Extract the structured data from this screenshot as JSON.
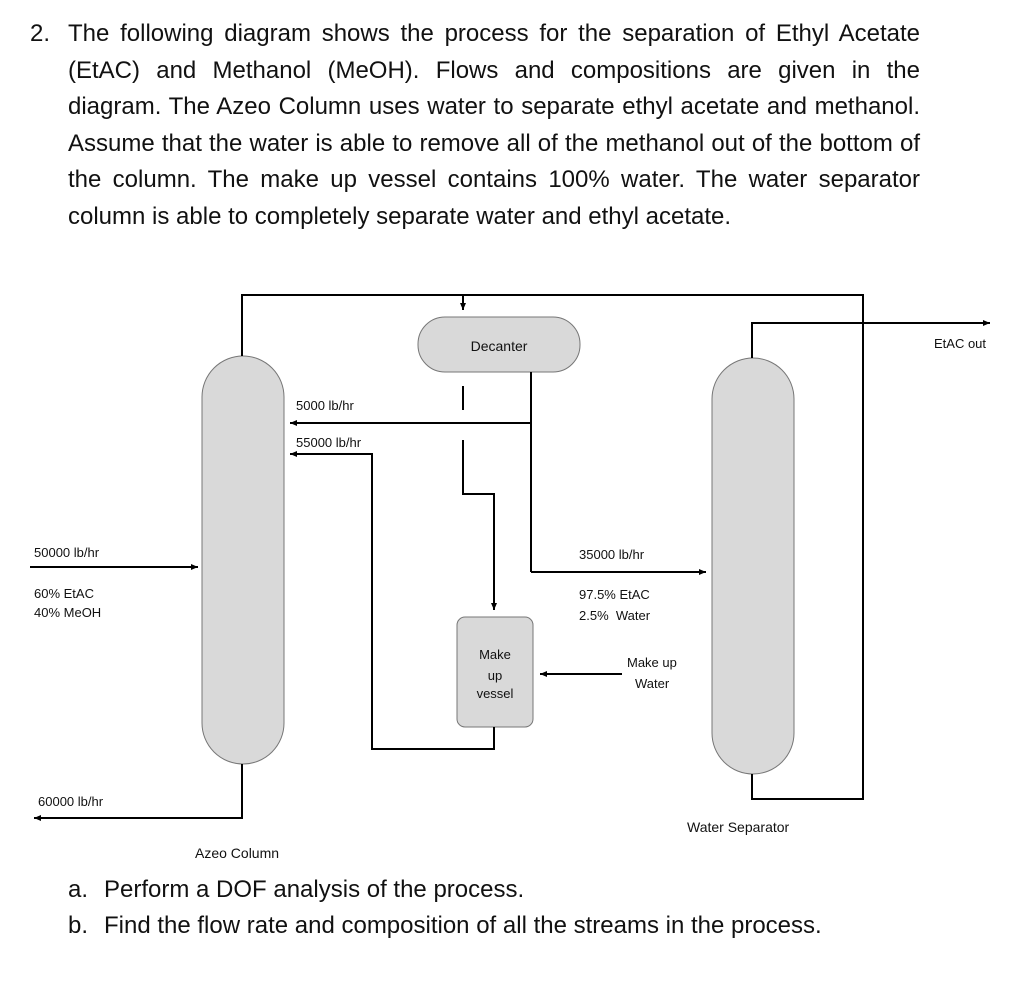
{
  "problem": {
    "number": "2.",
    "text": "The following diagram shows the process for the separation of Ethyl Acetate (EtAC) and Methanol (MeOH). Flows and compositions are given in the diagram. The Azeo Column uses water to separate ethyl acetate and methanol. Assume that the water is able to remove all of the methanol out of the bottom of the column. The make up vessel contains 100% water. The water separator column is able to completely separate water and ethyl acetate."
  },
  "diagram": {
    "units": {
      "decanter": "Decanter",
      "makeup_vessel_lines": [
        "Make",
        "up",
        "vessel"
      ],
      "azeo_column": "Azeo Column",
      "water_separator": "Water Separator"
    },
    "streams": {
      "feed_flow": "50000 lb/hr",
      "feed_comp1": "60% EtAC",
      "feed_comp2": "40% MeOH",
      "bottoms_flow": "60000 lb/hr",
      "reflux1_flow": "5000 lb/hr",
      "reflux2_flow": "55000 lb/hr",
      "decanter_out_flow": "35000 lb/hr",
      "decanter_out_comp1": "97.5% EtAC",
      "decanter_out_comp2": "2.5%  Water",
      "makeup_water_line1": "Make up",
      "makeup_water_line2": "Water",
      "etac_out": "EtAC out"
    },
    "colors": {
      "vessel_fill": "#d9d9d9",
      "line": "#000000"
    }
  },
  "questions": [
    {
      "label": "a.",
      "text": "Perform a DOF analysis of the process."
    },
    {
      "label": "b.",
      "text": "Find the flow rate and composition of all the streams in the process."
    }
  ]
}
